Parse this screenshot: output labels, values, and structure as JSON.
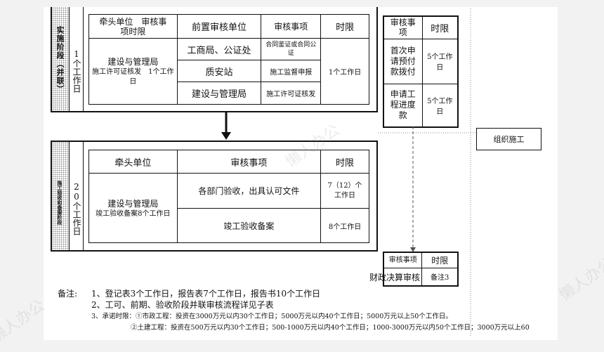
{
  "top": {
    "stage_label": "实施阶段（并联）",
    "stage_time": "1个工作日",
    "headers": [
      "牵头单位　审核事项时限",
      "前置审核单位",
      "审核事项",
      "时限"
    ],
    "lead_unit": "建设与管理局",
    "lead_item": "施工许可证核发　1个工作日",
    "rows": [
      {
        "unit": "工商局、公证处",
        "item": "合同鉴证或合同公证"
      },
      {
        "unit": "质安站",
        "item": "施工监督申报"
      },
      {
        "unit": "建设与管理局",
        "item": "施工许可证核发"
      }
    ],
    "time": "1个工作日"
  },
  "right_top": {
    "headers": [
      "审核事项",
      "时限"
    ],
    "rows": [
      {
        "item": "首次申请预付款拨付",
        "time": "5个工作日"
      },
      {
        "item": "申请工程进度款",
        "time": "5个工作日"
      }
    ]
  },
  "side_box": "组织施工",
  "bottom": {
    "stage_label": "施工验收和备案阶段",
    "stage_time": "20个工作日",
    "headers": [
      "牵头单位",
      "审核事项",
      "时限"
    ],
    "lead_unit": "建设与管理局",
    "lead_item": "竣工验收备案8个工作日",
    "rows": [
      {
        "item": "各部门验收，出具认可文件",
        "time": "7（12）个工作日"
      },
      {
        "item": "竣工验收备案",
        "time": "8个工作日"
      }
    ]
  },
  "right_bottom": {
    "headers": [
      "审核事项",
      "时限"
    ],
    "item": "财政决算审核",
    "time": "备注3"
  },
  "notes": {
    "label": "备注:",
    "line1": "1、登记表3个工作日，报告表7个工作日，报告书10个工作日",
    "line2": "2、工可、前期、验收阶段并联审核流程详见子表",
    "line3": "3、承诺时限：①市政工程：投资在3000万元以内30个工作日；5000万元以内40个工作日；5000万元以上50个工作日。",
    "line4": "②土建工程：投资在500万元以内30个工作日；500-1000万元以内40个工作日；1000-3000万元以内50个工作日；3000万元以上60"
  },
  "watermarks": [
    "懒人办公",
    "懒人办公",
    "懒人办公"
  ]
}
